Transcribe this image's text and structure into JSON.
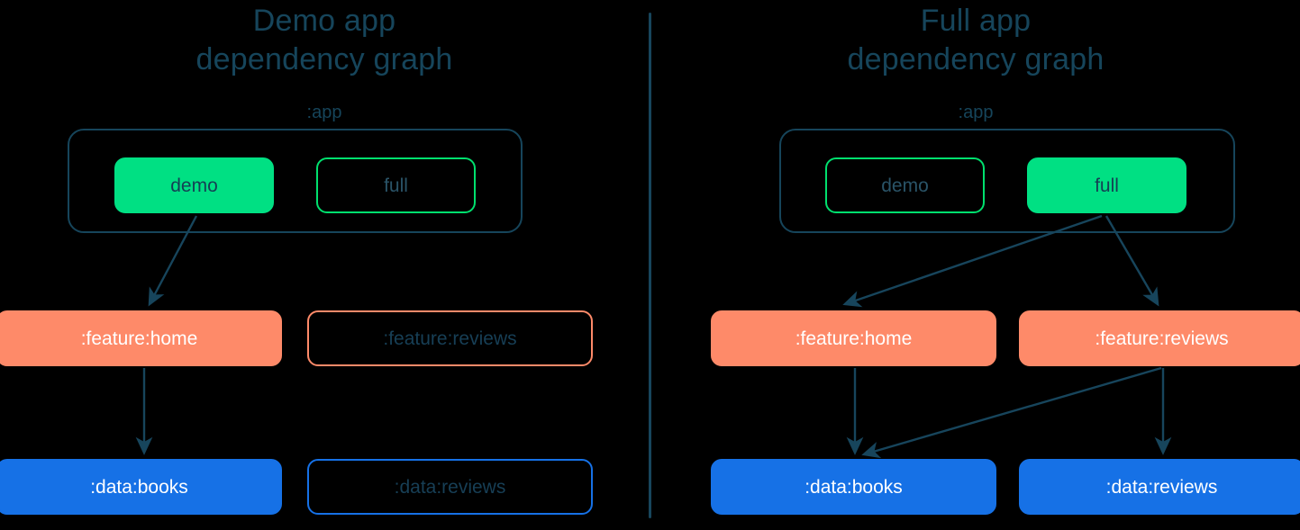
{
  "panels": [
    {
      "id": "demo-app",
      "title": "Demo app\ndependency graph",
      "group_label": ":app",
      "app_nodes": [
        {
          "label": "demo",
          "state": "filled"
        },
        {
          "label": "full",
          "state": "outlined"
        }
      ],
      "feature_nodes": [
        {
          "label": ":feature:home",
          "state": "filled"
        },
        {
          "label": ":feature:reviews",
          "state": "outlined"
        }
      ],
      "data_nodes": [
        {
          "label": ":data:books",
          "state": "filled"
        },
        {
          "label": ":data:reviews",
          "state": "outlined"
        }
      ],
      "edges": [
        {
          "from": "demo",
          "to": ":feature:home"
        },
        {
          "from": ":feature:home",
          "to": ":data:books"
        }
      ]
    },
    {
      "id": "full-app",
      "title": "Full app\ndependency graph",
      "group_label": ":app",
      "app_nodes": [
        {
          "label": "demo",
          "state": "outlined"
        },
        {
          "label": "full",
          "state": "filled"
        }
      ],
      "feature_nodes": [
        {
          "label": ":feature:home",
          "state": "filled"
        },
        {
          "label": ":feature:reviews",
          "state": "filled"
        }
      ],
      "data_nodes": [
        {
          "label": ":data:books",
          "state": "filled"
        },
        {
          "label": ":data:reviews",
          "state": "filled"
        }
      ],
      "edges": [
        {
          "from": "full",
          "to": ":feature:home"
        },
        {
          "from": "full",
          "to": ":feature:reviews"
        },
        {
          "from": ":feature:home",
          "to": ":data:books"
        },
        {
          "from": ":feature:reviews",
          "to": ":data:books"
        },
        {
          "from": ":feature:reviews",
          "to": ":data:reviews"
        }
      ]
    }
  ],
  "colors": {
    "background": "#000000",
    "ink": "#16455B",
    "app_accent": "#00E083",
    "feature_accent": "#FE8A69",
    "data_accent": "#1671E6",
    "divider": "#17455C",
    "arrow": "#17455C"
  }
}
